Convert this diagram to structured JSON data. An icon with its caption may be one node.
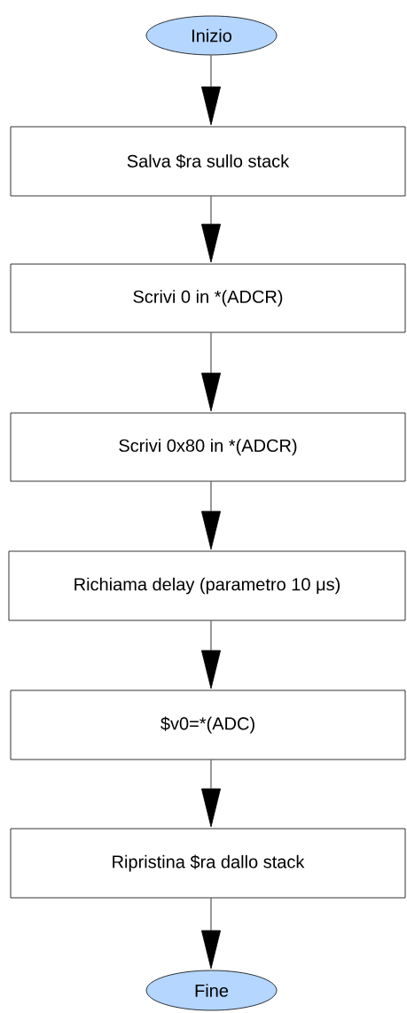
{
  "diagram": {
    "nodes": [
      {
        "text": [
          "Inizio"
        ]
      },
      {
        "text": [
          "Salva $ra sullo stack"
        ]
      },
      {
        "text": [
          "Scrivi 0 in *(ADCR)"
        ]
      },
      {
        "text": [
          "Scrivi 0x80 in *(ADCR)"
        ]
      },
      {
        "text": [
          "Richiama delay (parametro 10 μs)"
        ]
      },
      {
        "text": [
          "$v0=*(ADC)"
        ]
      },
      {
        "text": [
          "Ripristina $ra dallo stack"
        ]
      },
      {
        "text": [
          "Fine"
        ]
      }
    ],
    "edges": [
      {
        "from": 0,
        "to": 1,
        "arrow": "to"
      },
      {
        "from": 1,
        "to": 2,
        "arrow": "to"
      },
      {
        "from": 2,
        "to": 3,
        "arrow": "to"
      },
      {
        "from": 3,
        "to": 4,
        "arrow": "to"
      },
      {
        "from": 4,
        "to": 5,
        "arrow": "to"
      },
      {
        "from": 5,
        "to": 6,
        "arrow": "to"
      },
      {
        "from": 6,
        "to": 7,
        "arrow": "to"
      }
    ]
  }
}
